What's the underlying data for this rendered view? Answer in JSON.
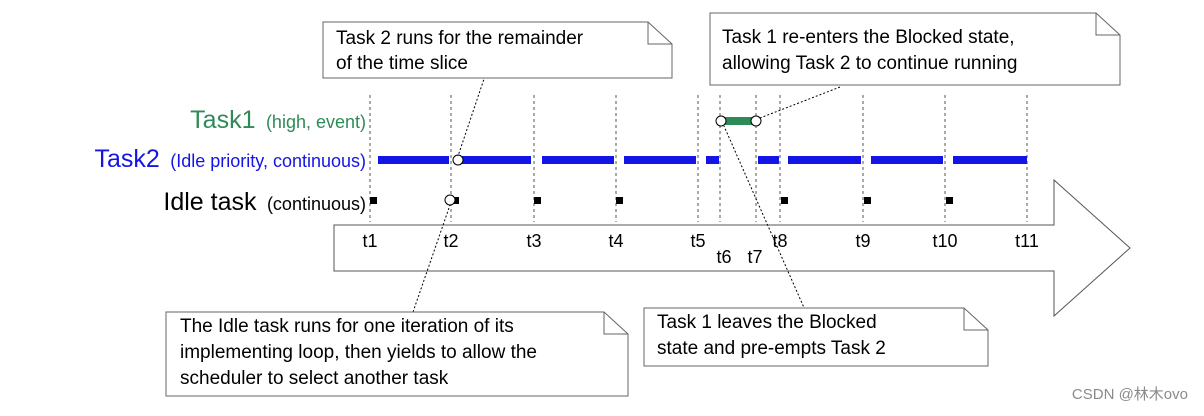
{
  "colors": {
    "task1": "#2e8b57",
    "task2": "#1414e6",
    "idle": "#000000",
    "note_border": "#666666"
  },
  "rows": {
    "task1": {
      "name": "Task1",
      "detail": "(high, event)"
    },
    "task2": {
      "name": "Task2",
      "detail": "(Idle priority, continuous)"
    },
    "idle": {
      "name": "Idle task",
      "detail": "(continuous)"
    }
  },
  "ticks": [
    "t1",
    "t2",
    "t3",
    "t4",
    "t5",
    "t6",
    "t7",
    "t8",
    "t9",
    "t10",
    "t11"
  ],
  "notes": {
    "task2_remainder": [
      "Task 2 runs for the remainder",
      "of the time slice"
    ],
    "task1_reenters": [
      "Task 1 re-enters the Blocked state,",
      "allowing Task 2 to continue running"
    ],
    "idle_iteration": [
      "The Idle task runs for one iteration of its",
      "implementing loop, then yields to allow the",
      "scheduler to select another task"
    ],
    "task1_leaves": [
      "Task 1 leaves the Blocked",
      "state and pre-empts Task 2"
    ]
  },
  "watermark": "CSDN @林木ovo"
}
